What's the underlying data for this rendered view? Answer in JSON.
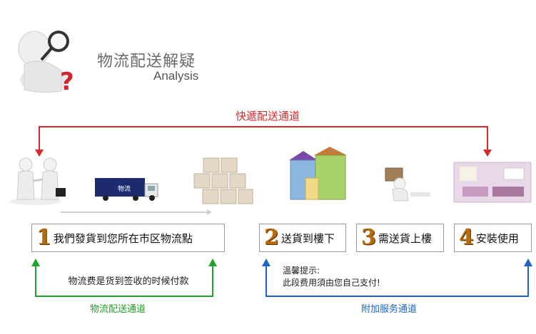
{
  "header": {
    "title": "物流配送解疑",
    "subtitle": "Analysis"
  },
  "express_channel": {
    "label": "快遞配送通道",
    "color": "#d42a2a"
  },
  "steps": [
    {
      "num": "1",
      "label": "我們發貨到您所在市区物流點"
    },
    {
      "num": "2",
      "label": "送貨到樓下"
    },
    {
      "num": "3",
      "label": "需送貨上樓"
    },
    {
      "num": "4",
      "label": "安裝使用"
    }
  ],
  "logistics_channel": {
    "note": "物流费是货到签收的时候付款",
    "label": "物流配送通道",
    "color": "#1fa32a"
  },
  "extra_service_channel": {
    "note_line1": "溫馨提示:",
    "note_line2": "此段费用須由您自己支付!",
    "label": "附加服务通道",
    "color": "#1d64c8"
  },
  "truck": {
    "logo_text": "物流"
  }
}
